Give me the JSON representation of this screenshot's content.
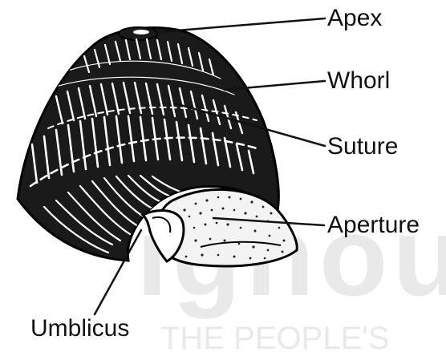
{
  "labels": {
    "apex": "Apex",
    "whorl": "Whorl",
    "suture": "Suture",
    "aperture": "Aperture",
    "umblicus": "Umblicus"
  },
  "watermark": {
    "logo_text": "ignou",
    "tagline": "THE PEOPLE'S"
  },
  "colors": {
    "ink": "#111111",
    "background": "#ffffff",
    "watermark": "#e9e9e9"
  }
}
